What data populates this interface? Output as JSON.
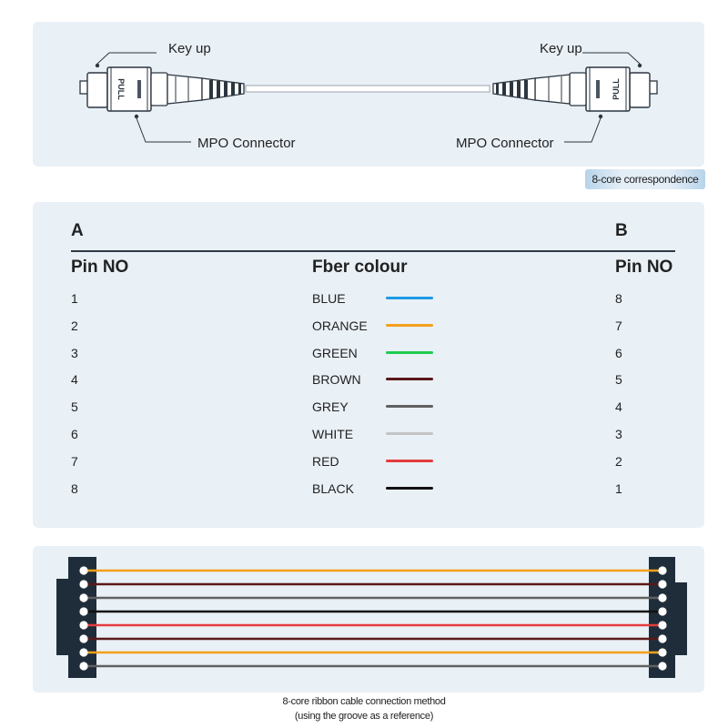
{
  "diagram_top": {
    "key_up_left": "Key up",
    "key_up_right": "Key up",
    "connector_left": "MPO Connector",
    "connector_right": "MPO Connector",
    "pull_label": "PULL"
  },
  "tag": "8-core correspondence",
  "table": {
    "side_a": "A",
    "side_b": "B",
    "col_pin_a": "Pin NO",
    "col_colour": "Fber colour",
    "col_pin_b": "Pin NO",
    "rows": [
      {
        "a": "1",
        "colour": "BLUE",
        "hex": "#1e9be6",
        "b": "8"
      },
      {
        "a": "2",
        "colour": "ORANGE",
        "hex": "#f5a01a",
        "b": "7"
      },
      {
        "a": "3",
        "colour": "GREEN",
        "hex": "#1fcc4e",
        "b": "6"
      },
      {
        "a": "4",
        "colour": "BROWN",
        "hex": "#5a1818",
        "b": "5"
      },
      {
        "a": "5",
        "colour": "GREY",
        "hex": "#606060",
        "b": "4"
      },
      {
        "a": "6",
        "colour": "WHITE",
        "hex": "#c4c4c4",
        "b": "3"
      },
      {
        "a": "7",
        "colour": "RED",
        "hex": "#e43c3c",
        "b": "2"
      },
      {
        "a": "8",
        "colour": "BLACK",
        "hex": "#111111",
        "b": "1"
      }
    ]
  },
  "ribbon": {
    "wire_colors": [
      "#f5a01a",
      "#5a1818",
      "#606060",
      "#111111",
      "#e43c3c",
      "#5a1818",
      "#f5a01a",
      "#606060"
    ]
  },
  "caption_line1": "8-core ribbon cable connection method",
  "caption_line2": "(using the groove as a reference)"
}
